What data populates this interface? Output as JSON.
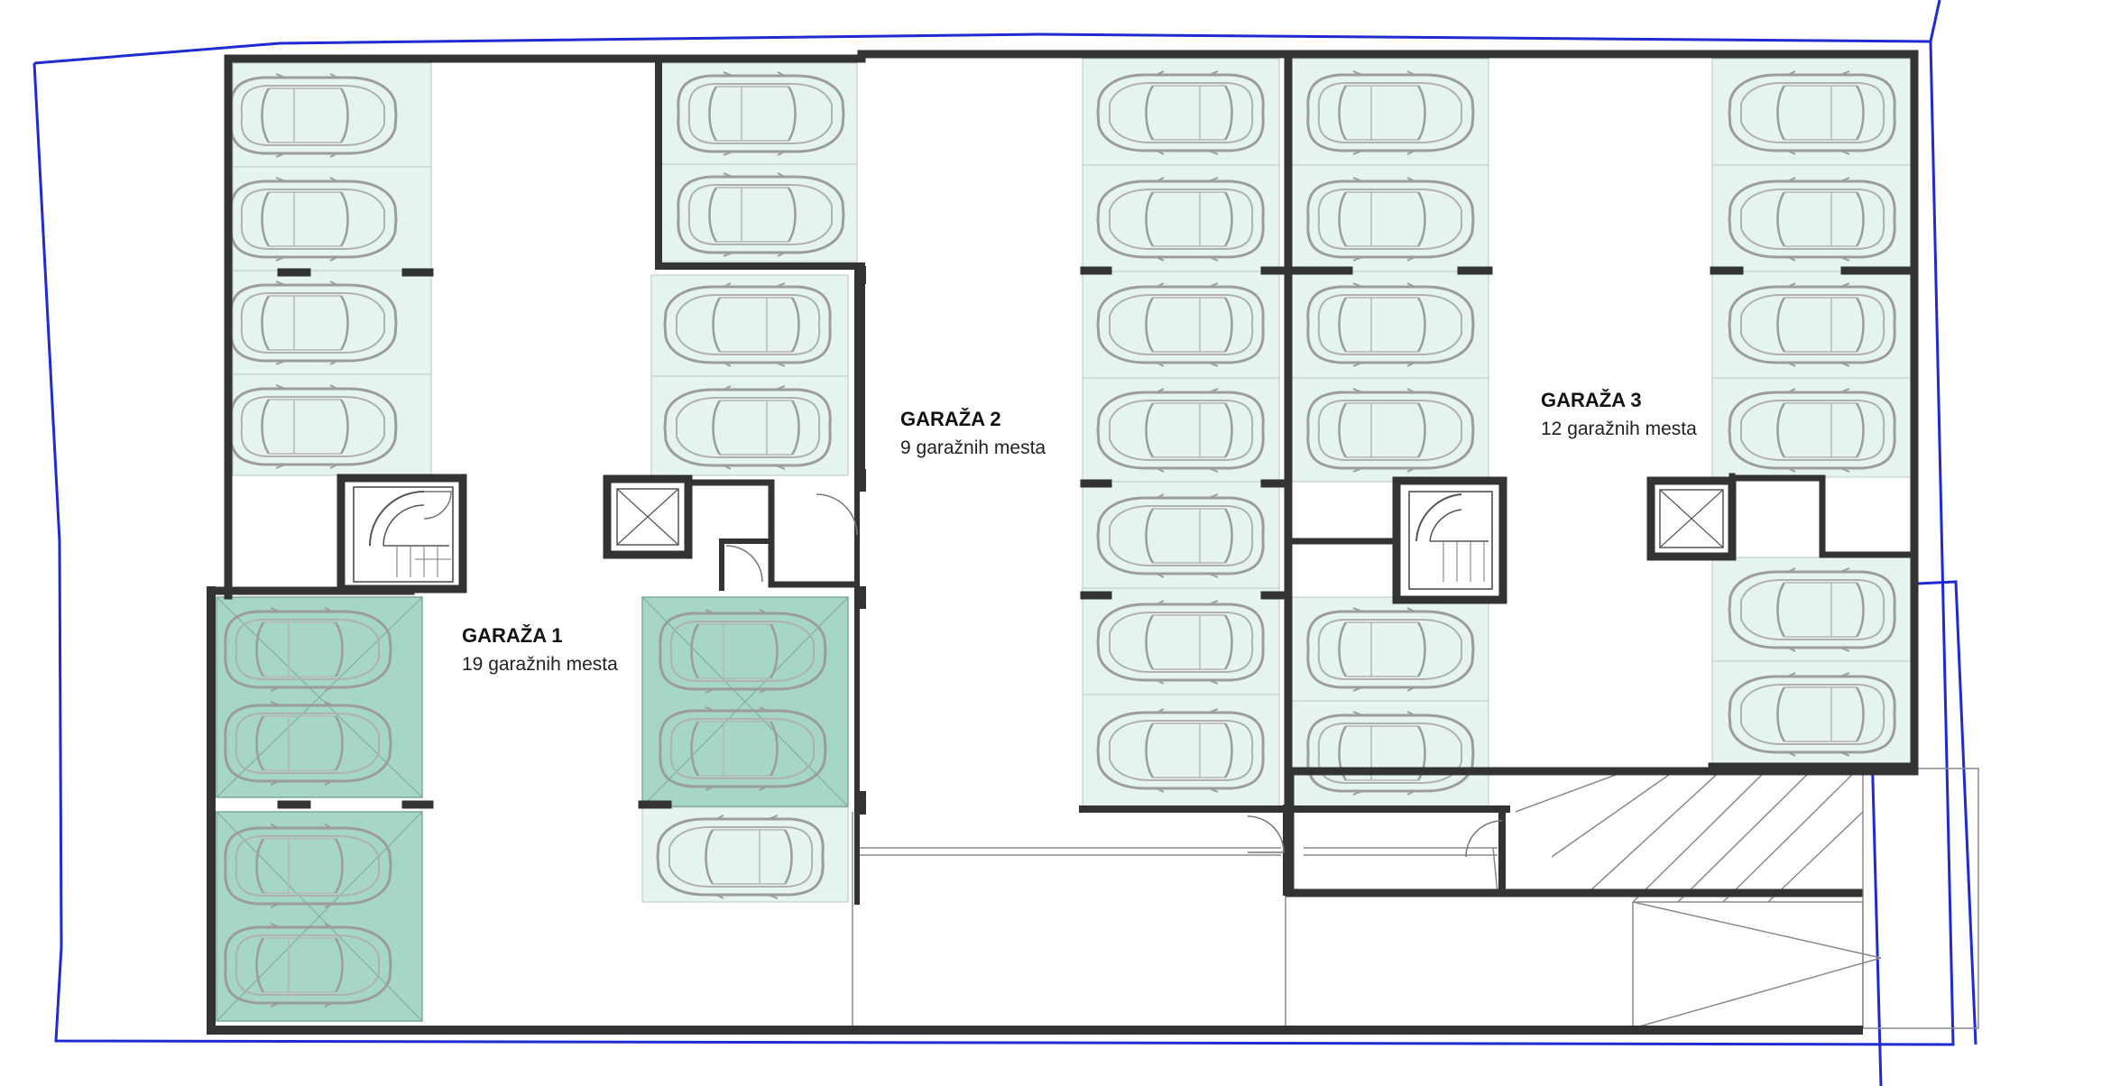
{
  "garages": [
    {
      "id": "garaza-1",
      "title": "GARAŽA 1",
      "subtitle": "19 garažnih mesta"
    },
    {
      "id": "garaza-2",
      "title": "GARAŽA 2",
      "subtitle": "9 garažnih mesta"
    },
    {
      "id": "garaza-3",
      "title": "GARAŽA 3",
      "subtitle": "12 garažnih mesta"
    }
  ],
  "colors": {
    "wall": "#333333",
    "parking_spot": "#e6f4ee",
    "stacker_spot": "#a6d6c4",
    "boundary_line": "#1f2bd1",
    "car_outline": "#9c9c9c",
    "thin_line": "#8a8a8a"
  }
}
